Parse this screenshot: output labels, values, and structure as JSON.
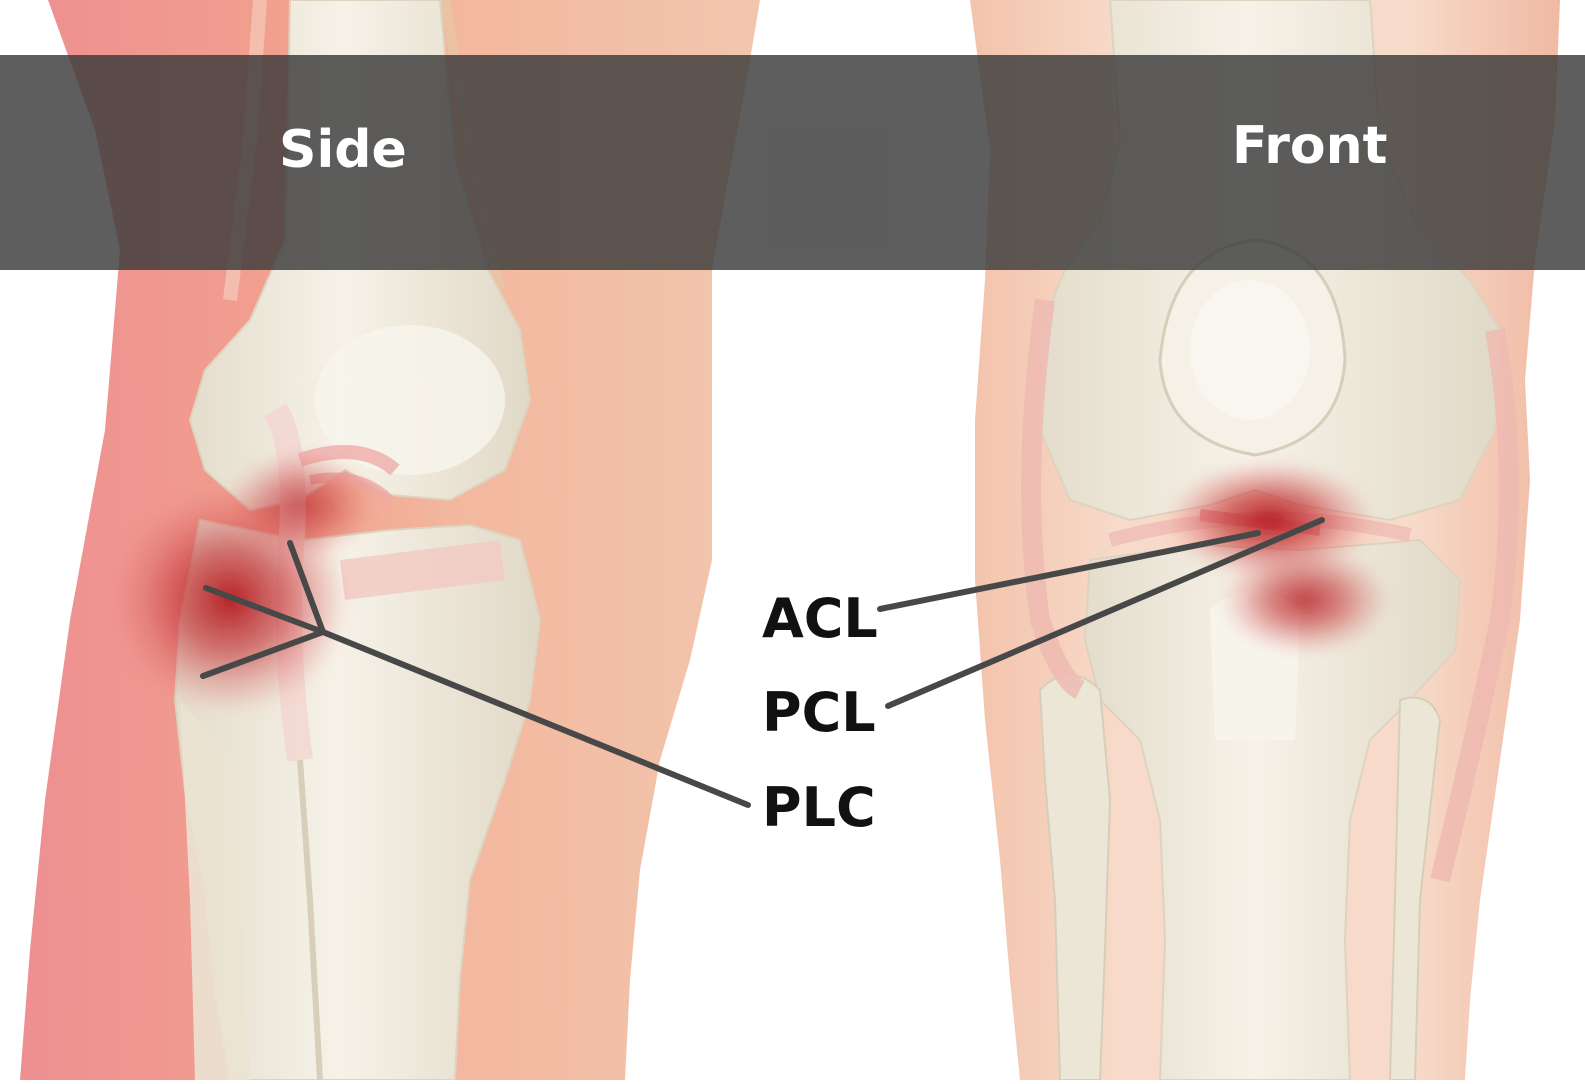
{
  "views": {
    "side": {
      "title": "Side"
    },
    "front": {
      "title": "Front"
    }
  },
  "structures": [
    {
      "abbr": "ACL"
    },
    {
      "abbr": "PCL"
    },
    {
      "abbr": "PLC"
    }
  ],
  "colors": {
    "skin_light": "#f2c3ab",
    "skin_red": "#ee9995",
    "bone": "#f3eee2",
    "bone_shadow": "#d9d2c1",
    "ligament": "#f0b6b2",
    "injury_red": "#b71c1c",
    "title_band": "#404040",
    "leader_line": "#484848",
    "label_text": "#111111"
  },
  "icons": [
    "knee-side-illustration",
    "knee-front-illustration"
  ]
}
